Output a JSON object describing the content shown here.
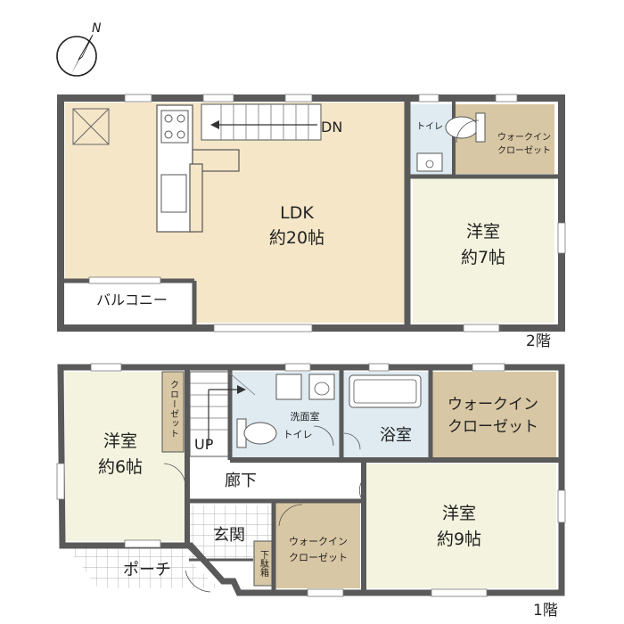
{
  "compass": {
    "north": "N",
    "icon": "north-arrow-icon"
  },
  "colors": {
    "wall": "#5a5a5a",
    "ldk_floor": "#f5e6c8",
    "room_floor": "#f3f3df",
    "closet_floor": "#d8c7a4",
    "wet_floor": "#dfeaf1",
    "tile": "#ffffff",
    "hall": "#ffffff"
  },
  "floor2": {
    "level": "2階",
    "ldk": {
      "name": "LDK",
      "size": "約20帖"
    },
    "stair_down": "DN",
    "toilet": "トイレ",
    "walk_in_closet": {
      "line1": "ウォークイン",
      "line2": "クローゼット"
    },
    "bedroom": {
      "name": "洋室",
      "size": "約7帖"
    },
    "balcony": "バルコニー"
  },
  "floor1": {
    "level": "1階",
    "bedroom_west": {
      "name": "洋室",
      "size": "約6帖"
    },
    "closet_vertical": "クローゼット",
    "stair_up": "UP",
    "washroom": "洗面室",
    "toilet": "トイレ",
    "bath": "浴室",
    "walk_in_closet_large": {
      "line1": "ウォークイン",
      "line2": "クローゼット"
    },
    "hallway": "廊下",
    "entrance": "玄関",
    "shoe_box": "下駄箱",
    "walk_in_closet_small": {
      "line1": "ウォークイン",
      "line2": "クローゼット"
    },
    "bedroom_east": {
      "name": "洋室",
      "size": "約9帖"
    },
    "porch": "ポーチ"
  }
}
